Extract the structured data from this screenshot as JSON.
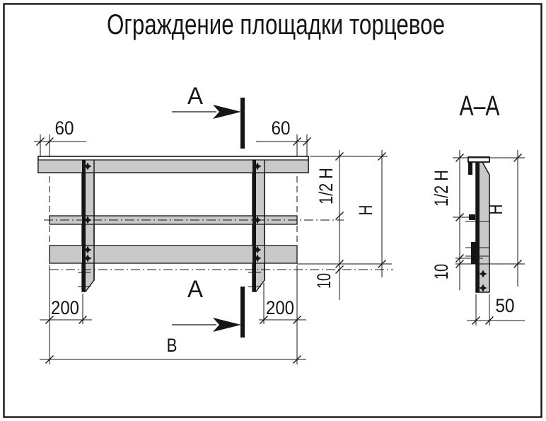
{
  "labels": {
    "title": "Ограждение площадки торцевое",
    "section_title": "А–А",
    "cut_letter": "А"
  },
  "front": {
    "dims": {
      "overhang_left": "60",
      "overhang_right": "60",
      "post_offset_left": "200",
      "post_offset_right": "200",
      "total_width": "В",
      "half_height": "1/2 Н",
      "total_height": "Н",
      "toe_gap": "10"
    }
  },
  "section": {
    "dims": {
      "half_height": "1/2 Н",
      "total_height": "Н",
      "toe_gap": "10",
      "post_width": "50"
    }
  },
  "colors": {
    "steel": "#c9c9c9",
    "line": "#151515",
    "background": "#ffffff"
  }
}
